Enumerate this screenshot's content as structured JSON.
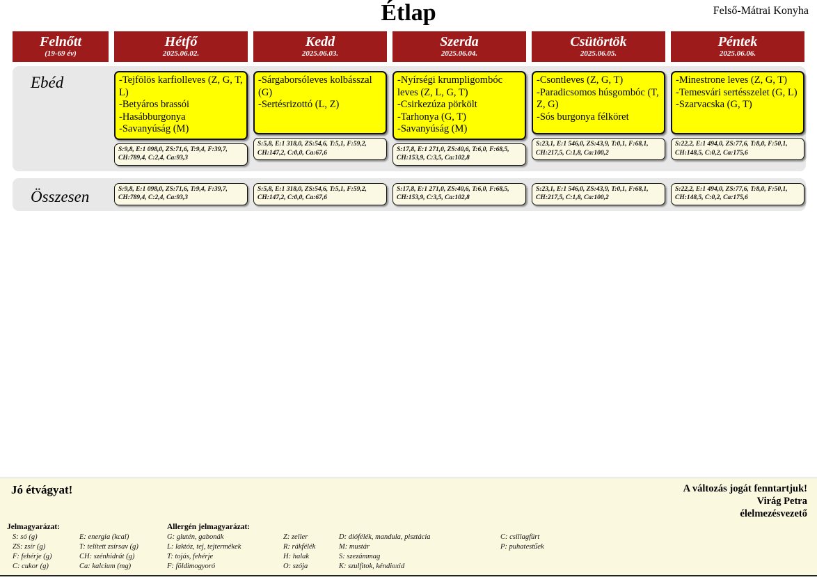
{
  "header": {
    "title": "Étlap",
    "kitchen": "Felső-Mátrai Konyha"
  },
  "columns": {
    "label_header": {
      "name": "Felnőtt",
      "sub": "(19-69 év)"
    },
    "days": [
      {
        "name": "Hétfő",
        "date": "2025.06.02."
      },
      {
        "name": "Kedd",
        "date": "2025.06.03."
      },
      {
        "name": "Szerda",
        "date": "2025.06.04."
      },
      {
        "name": "Csütörtök",
        "date": "2025.06.05."
      },
      {
        "name": "Péntek",
        "date": "2025.06.06."
      }
    ]
  },
  "rows": [
    {
      "label": "Ebéd",
      "cells": [
        {
          "items": "-Tejfölös karfiolleves (Z, G, T, L)\n-Betyáros brassói\n-Hasábburgonya\n-Savanyúság (M)",
          "nutrition": "S:9,8, E:1 098,0, ZS:71,6, T:9,4, F:39,7, CH:789,4, C:2,4, Ca:93,3"
        },
        {
          "items": "-Sárgaborsóleves kolbásszal (G)\n-Sertésrizottó (L, Z)",
          "nutrition": "S:5,8, E:1 318,0, ZS:54,6, T:5,1, F:59,2, CH:147,2, C:0,0, Ca:67,6"
        },
        {
          "items": "-Nyírségi krumpligombóc leves (Z, L, G, T)\n-Csirkezúza pörkölt\n-Tarhonya (G, T)\n-Savanyúság (M)",
          "nutrition": "S:17,8, E:1 271,0, ZS:40,6, T:6,0, F:68,5, CH:153,9, C:3,5, Ca:102,8"
        },
        {
          "items": "-Csontleves (Z, G, T)\n-Paradicsomos húsgombóc (T, Z, G)\n-Sós burgonya félköret",
          "nutrition": "S:23,1, E:1 546,0, ZS:43,9, T:0,1, F:68,1, CH:217,5, C:1,8, Ca:100,2"
        },
        {
          "items": "-Minestrone leves (Z, G, T)\n-Temesvári sertésszelet  (G, L)\n-Szarvacska (G, T)",
          "nutrition": "S:22,2, E:1 494,0, ZS:77,6, T:8,0, F:50,1, CH:148,5, C:0,2, Ca:175,6"
        }
      ]
    },
    {
      "label": "Összesen",
      "cells": [
        {
          "nutrition": "S:9,8, E:1 098,0, ZS:71,6, T:9,4, F:39,7, CH:789,4, C:2,4, Ca:93,3"
        },
        {
          "nutrition": "S:5,8, E:1 318,0, ZS:54,6, T:5,1, F:59,2, CH:147,2, C:0,0, Ca:67,6"
        },
        {
          "nutrition": "S:17,8, E:1 271,0, ZS:40,6, T:6,0, F:68,5, CH:153,9, C:3,5, Ca:102,8"
        },
        {
          "nutrition": "S:23,1, E:1 546,0, ZS:43,9, T:0,1, F:68,1, CH:217,5, C:1,8, Ca:100,2"
        },
        {
          "nutrition": "S:22,2, E:1 494,0, ZS:77,6, T:8,0, F:50,1, CH:148,5, C:0,2, Ca:175,6"
        }
      ]
    }
  ],
  "footer": {
    "bon_appetit": "Jó étvágyat!",
    "rights_line1": "A változás jogát fenntartjuk!",
    "rights_line2": "Virág Petra",
    "rights_line3": "élelmezésvezető",
    "nutrition_legend": {
      "title": "Jelmagyarázat:",
      "col1": [
        "S: só (g)",
        "ZS: zsír (g)",
        "F: fehérje (g)",
        "C: cukor (g)"
      ],
      "col2": [
        "E: energia (kcal)",
        "T: telített zsírsav (g)",
        "CH: szénhidrát (g)",
        "Ca: kalcium (mg)"
      ]
    },
    "allergen_legend": {
      "title": "Allergén jelmagyarázat:",
      "col1": [
        "G: glutén, gabonák",
        "L: laktóz, tej, tejtermékek",
        "T: tojás, fehérje",
        "F: földimogyoró"
      ],
      "col2": [
        "Z: zeller",
        "R: rákfélék",
        "H: halak",
        "O: szója"
      ],
      "col3": [
        "D: diófélék, mandula, pisztácia",
        "M: mustár",
        "S: szezámmag",
        "K: szulfitok, kéndioxid"
      ],
      "col4": [
        "C: csillagfürt",
        "P: puhatestűek"
      ]
    }
  },
  "colors": {
    "header_red": "#9e1b1b",
    "food_yellow": "#ffff00",
    "nutrition_cream": "#fbf8e3",
    "block_gray": "#e8e8e8",
    "footer_cream": "#fbf8e0"
  }
}
